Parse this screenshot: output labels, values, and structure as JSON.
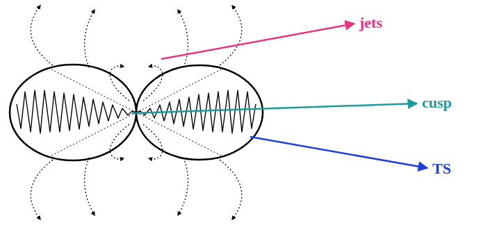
{
  "diagram": {
    "labels": [
      "jets",
      "cusp",
      "TS"
    ]
  }
}
